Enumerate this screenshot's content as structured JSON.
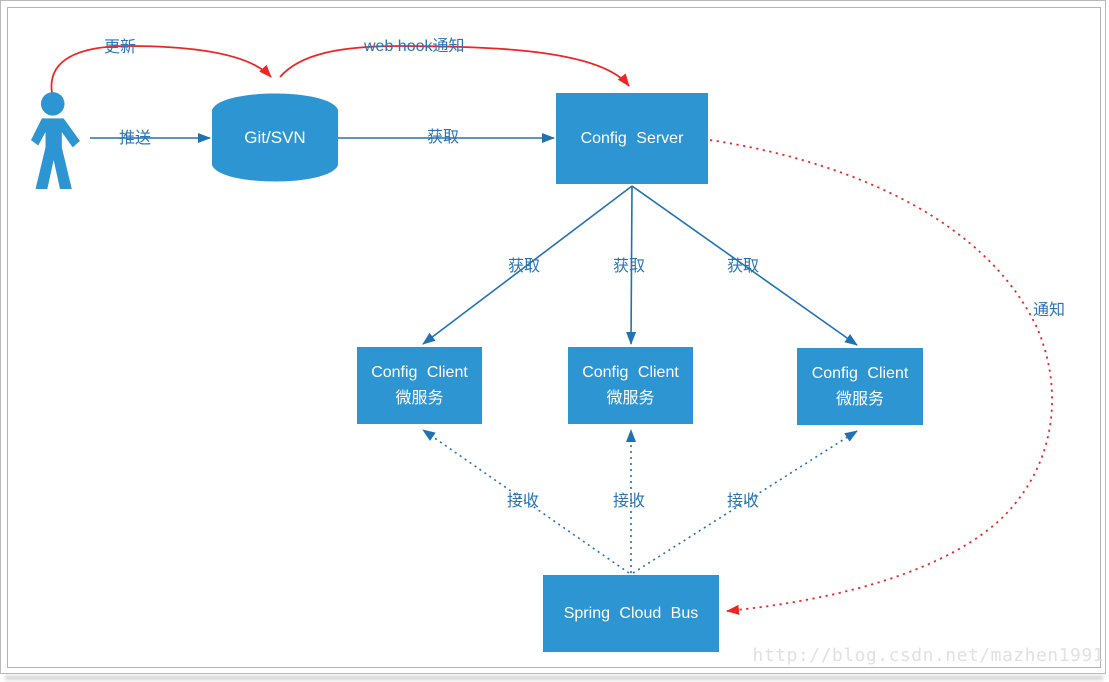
{
  "nodes": {
    "git": {
      "label": "Git/SVN"
    },
    "server": {
      "label": "Config Server"
    },
    "clients": [
      {
        "title": "Config Client",
        "subtitle": "微服务"
      },
      {
        "title": "Config Client",
        "subtitle": "微服务"
      },
      {
        "title": "Config Client",
        "subtitle": "微服务"
      }
    ],
    "bus": {
      "label": "Spring Cloud Bus"
    }
  },
  "edge_labels": {
    "push": "推送",
    "update": "更新",
    "webhook": "web hook通知",
    "fetch_server": "获取",
    "fetch_clients": [
      "获取",
      "获取",
      "获取"
    ],
    "receive_clients": [
      "接收",
      "接收",
      "接收"
    ],
    "notify": "通知"
  },
  "watermark": "http://blog.csdn.net/mazhen1991",
  "colors": {
    "node_fill": "#2e95d3",
    "edge_blue": "#2272b2",
    "edge_red": "#ee2525",
    "label_text": "#2b74b4",
    "frame_border": "#b3b3b3",
    "watermark_text": "#e1e1e1"
  }
}
